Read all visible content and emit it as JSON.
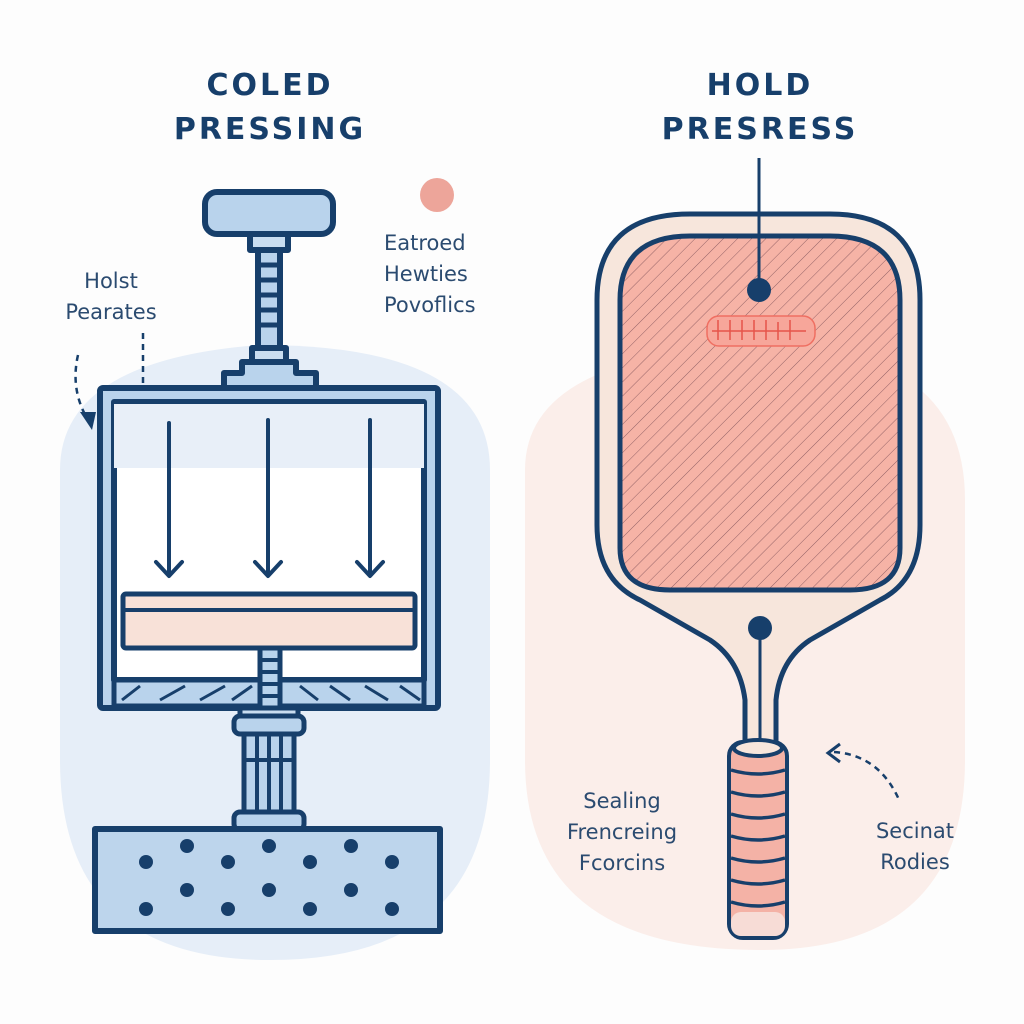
{
  "left_panel": {
    "title_line1": "COLED",
    "title_line2": "PRESSING",
    "annotation_top_left": {
      "line1": "Holst",
      "line2": "Pearates"
    },
    "legend_note": {
      "line1": "Eatroed",
      "line2": "Hewties",
      "line3": "Povoflics"
    }
  },
  "right_panel": {
    "title_line1": "HOLD",
    "title_line2": "PRESRESS",
    "annotation_bottom_left": {
      "line1": "Sealing",
      "line2": "Frencreing",
      "line3": "Fcorcins"
    },
    "annotation_bottom_right": {
      "line1": "Secinat",
      "line2": "Rodies"
    }
  },
  "colors": {
    "navy": "#173f6b",
    "press_blue": "#b9d3ec",
    "bg_blue": "#e6eef8",
    "bg_pink": "#fbeeea",
    "paddle_face": "#f6b3a6",
    "paddle_edge": "#f7e6dc",
    "accent_dot": "#eda59a"
  }
}
